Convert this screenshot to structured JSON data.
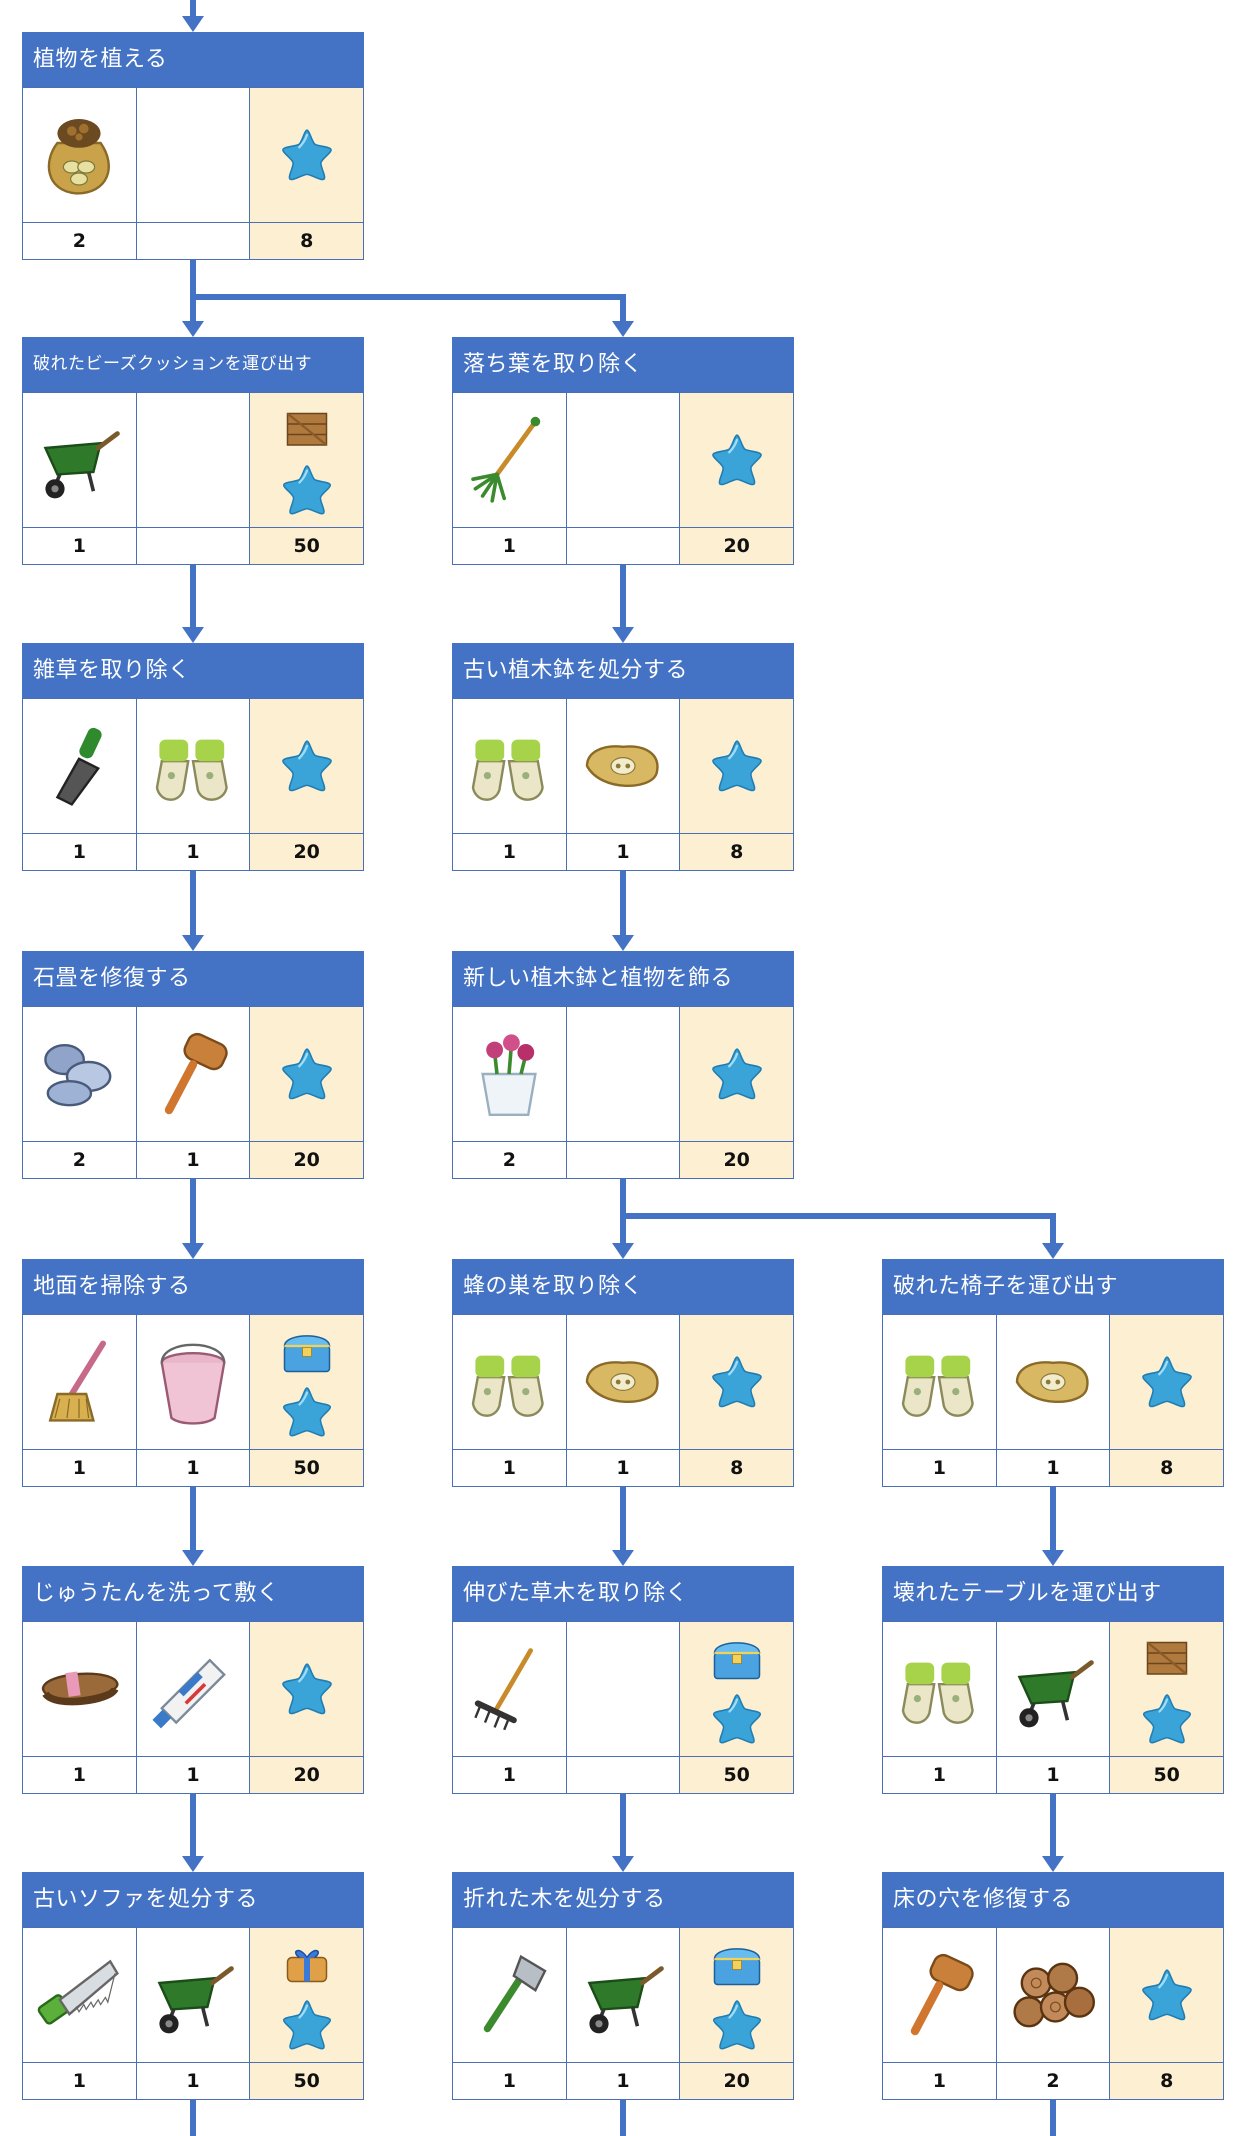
{
  "colors": {
    "header": "#4472c4",
    "line": "#4472c4",
    "reward_bg": "#fdefd1",
    "star": "#3aa3d8"
  },
  "tasks": [
    {
      "id": "plant",
      "title": "植物を植える",
      "items": [
        {
          "icon": "seed-bag-icon",
          "count": "2"
        },
        {
          "icon": "",
          "count": ""
        }
      ],
      "reward": {
        "icons": [
          "star-icon"
        ],
        "count": "8"
      }
    },
    {
      "id": "beanbag",
      "title": "破れたビーズクッションを運び出す",
      "items": [
        {
          "icon": "wheelbarrow-icon",
          "count": "1"
        },
        {
          "icon": "",
          "count": ""
        }
      ],
      "reward": {
        "icons": [
          "crate-icon",
          "star-icon"
        ],
        "count": "50"
      }
    },
    {
      "id": "leaves",
      "title": "落ち葉を取り除く",
      "items": [
        {
          "icon": "leaf-rake-icon",
          "count": "1"
        },
        {
          "icon": "",
          "count": ""
        }
      ],
      "reward": {
        "icons": [
          "star-icon"
        ],
        "count": "20"
      }
    },
    {
      "id": "weeds",
      "title": "雑草を取り除く",
      "items": [
        {
          "icon": "trowel-icon",
          "count": "1"
        },
        {
          "icon": "gloves-icon",
          "count": "1"
        }
      ],
      "reward": {
        "icons": [
          "star-icon"
        ],
        "count": "20"
      }
    },
    {
      "id": "old-pots",
      "title": "古い植木鉢を処分する",
      "items": [
        {
          "icon": "gloves-icon",
          "count": "1"
        },
        {
          "icon": "trash-bag-icon",
          "count": "1"
        }
      ],
      "reward": {
        "icons": [
          "star-icon"
        ],
        "count": "8"
      }
    },
    {
      "id": "paving",
      "title": "石畳を修復する",
      "items": [
        {
          "icon": "stones-icon",
          "count": "2"
        },
        {
          "icon": "mallet-icon",
          "count": "1"
        }
      ],
      "reward": {
        "icons": [
          "star-icon"
        ],
        "count": "20"
      }
    },
    {
      "id": "new-pots",
      "title": "新しい植木鉢と植物を飾る",
      "items": [
        {
          "icon": "flower-pot-icon",
          "count": "2"
        },
        {
          "icon": "",
          "count": ""
        }
      ],
      "reward": {
        "icons": [
          "star-icon"
        ],
        "count": "20"
      }
    },
    {
      "id": "ground",
      "title": "地面を掃除する",
      "items": [
        {
          "icon": "mop-icon",
          "count": "1"
        },
        {
          "icon": "bucket-icon",
          "count": "1"
        }
      ],
      "reward": {
        "icons": [
          "chest-icon",
          "star-icon"
        ],
        "count": "50"
      }
    },
    {
      "id": "beehive",
      "title": "蜂の巣を取り除く",
      "items": [
        {
          "icon": "gloves-icon",
          "count": "1"
        },
        {
          "icon": "trash-bag-icon",
          "count": "1"
        }
      ],
      "reward": {
        "icons": [
          "star-icon"
        ],
        "count": "8"
      }
    },
    {
      "id": "chair",
      "title": "破れた椅子を運び出す",
      "items": [
        {
          "icon": "gloves-icon",
          "count": "1"
        },
        {
          "icon": "trash-bag-icon",
          "count": "1"
        }
      ],
      "reward": {
        "icons": [
          "star-icon"
        ],
        "count": "8"
      }
    },
    {
      "id": "carpet",
      "title": "じゅうたんを洗って敷く",
      "items": [
        {
          "icon": "brush-icon",
          "count": "1"
        },
        {
          "icon": "detergent-tube-icon",
          "count": "1"
        }
      ],
      "reward": {
        "icons": [
          "star-icon"
        ],
        "count": "20"
      }
    },
    {
      "id": "overgrown",
      "title": "伸びた草木を取り除く",
      "items": [
        {
          "icon": "rake-icon",
          "count": "1"
        },
        {
          "icon": "",
          "count": ""
        }
      ],
      "reward": {
        "icons": [
          "chest-icon",
          "star-icon"
        ],
        "count": "50"
      }
    },
    {
      "id": "table",
      "title": "壊れたテーブルを運び出す",
      "items": [
        {
          "icon": "gloves-icon",
          "count": "1"
        },
        {
          "icon": "wheelbarrow-icon",
          "count": "1"
        }
      ],
      "reward": {
        "icons": [
          "crate-icon",
          "star-icon"
        ],
        "count": "50"
      }
    },
    {
      "id": "sofa",
      "title": "古いソファを処分する",
      "items": [
        {
          "icon": "saw-icon",
          "count": "1"
        },
        {
          "icon": "wheelbarrow-icon",
          "count": "1"
        }
      ],
      "reward": {
        "icons": [
          "gift-icon",
          "star-icon"
        ],
        "count": "50"
      }
    },
    {
      "id": "fallen-tree",
      "title": "折れた木を処分する",
      "items": [
        {
          "icon": "axe-icon",
          "count": "1"
        },
        {
          "icon": "wheelbarrow-icon",
          "count": "1"
        }
      ],
      "reward": {
        "icons": [
          "chest-icon",
          "star-icon"
        ],
        "count": "20"
      }
    },
    {
      "id": "floor",
      "title": "床の穴を修復する",
      "items": [
        {
          "icon": "mallet-icon",
          "count": "1"
        },
        {
          "icon": "logs-icon",
          "count": "2"
        }
      ],
      "reward": {
        "icons": [
          "star-icon"
        ],
        "count": "8"
      }
    }
  ]
}
